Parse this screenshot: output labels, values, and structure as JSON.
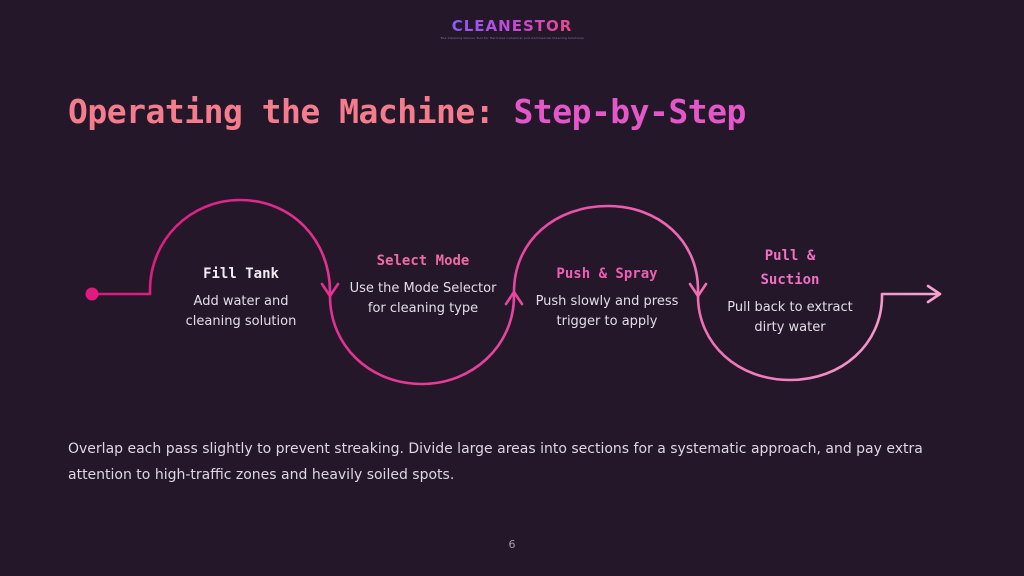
{
  "brand": {
    "name": "CLEANESTOR",
    "tagline": "The Cleaning Genius Tool for Hard-Use Industrial and Commercial Cleaning Solutions"
  },
  "title": {
    "part1": "Operating the Machine: ",
    "part2": "Step-by-Step"
  },
  "steps": [
    {
      "title": "Fill Tank",
      "description": "Add water and cleaning solution",
      "color": "#f2edf5"
    },
    {
      "title": "Select Mode",
      "description": "Use the Mode Selector for cleaning type",
      "color": "#ef6ba4"
    },
    {
      "title": "Push & Spray",
      "description": "Push slowly and press trigger to apply",
      "color": "#ee5fb4"
    },
    {
      "title": "Pull & Suction",
      "description": "Pull back to extract dirty water",
      "color": "#f070c2"
    }
  ],
  "note": "Overlap each pass slightly to prevent streaking. Divide large areas into sections for a systematic approach, and pay extra attention to high-traffic zones and heavily soiled spots.",
  "page_number": "6",
  "colors": {
    "background": "#241729",
    "accent_start": "#d9187c",
    "accent_end": "#f7a3d3",
    "title_coral": "#f57c8c",
    "title_magenta": "#e357c9"
  }
}
